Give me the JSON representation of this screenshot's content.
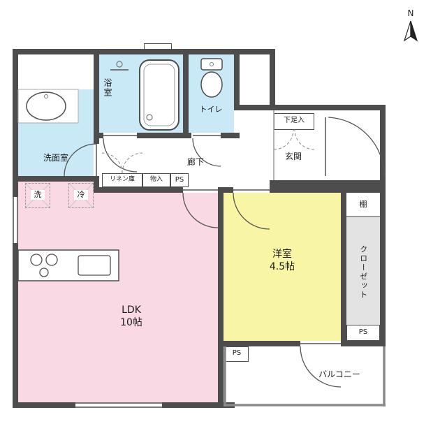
{
  "compass": {
    "label": "N"
  },
  "rooms": {
    "ldk": {
      "name": "LDK",
      "size": "10帖"
    },
    "western": {
      "name": "洋室",
      "size": "4.5帖"
    },
    "washroom": {
      "name": "洗面室"
    },
    "bath": {
      "name": "浴室"
    },
    "toilet": {
      "name": "トイレ"
    },
    "hallway": {
      "name": "廊下"
    },
    "entrance": {
      "name": "玄関"
    },
    "closet": {
      "name": "クローゼット"
    },
    "shelf": {
      "name": "棚"
    },
    "balcony": {
      "name": "バルコニー"
    }
  },
  "storage": {
    "shoe_cabinet": {
      "name": "下足入"
    },
    "linen": {
      "name": "リネン庫"
    },
    "cabinet": {
      "name": "物入"
    },
    "ps_hall": {
      "name": "PS"
    },
    "ps_right": {
      "name": "PS"
    },
    "ps_bottom": {
      "name": "PS"
    }
  },
  "appliances": {
    "washer": {
      "name": "洗"
    },
    "fridge": {
      "name": "冷"
    }
  },
  "colors": {
    "wall": "#4d4d4d",
    "ldk": "#f9d9e4",
    "western": "#f8f5a4",
    "water": "#c9e9f6",
    "closet": "#e3e3e3",
    "balcony_wall": "#8a8a8a"
  }
}
